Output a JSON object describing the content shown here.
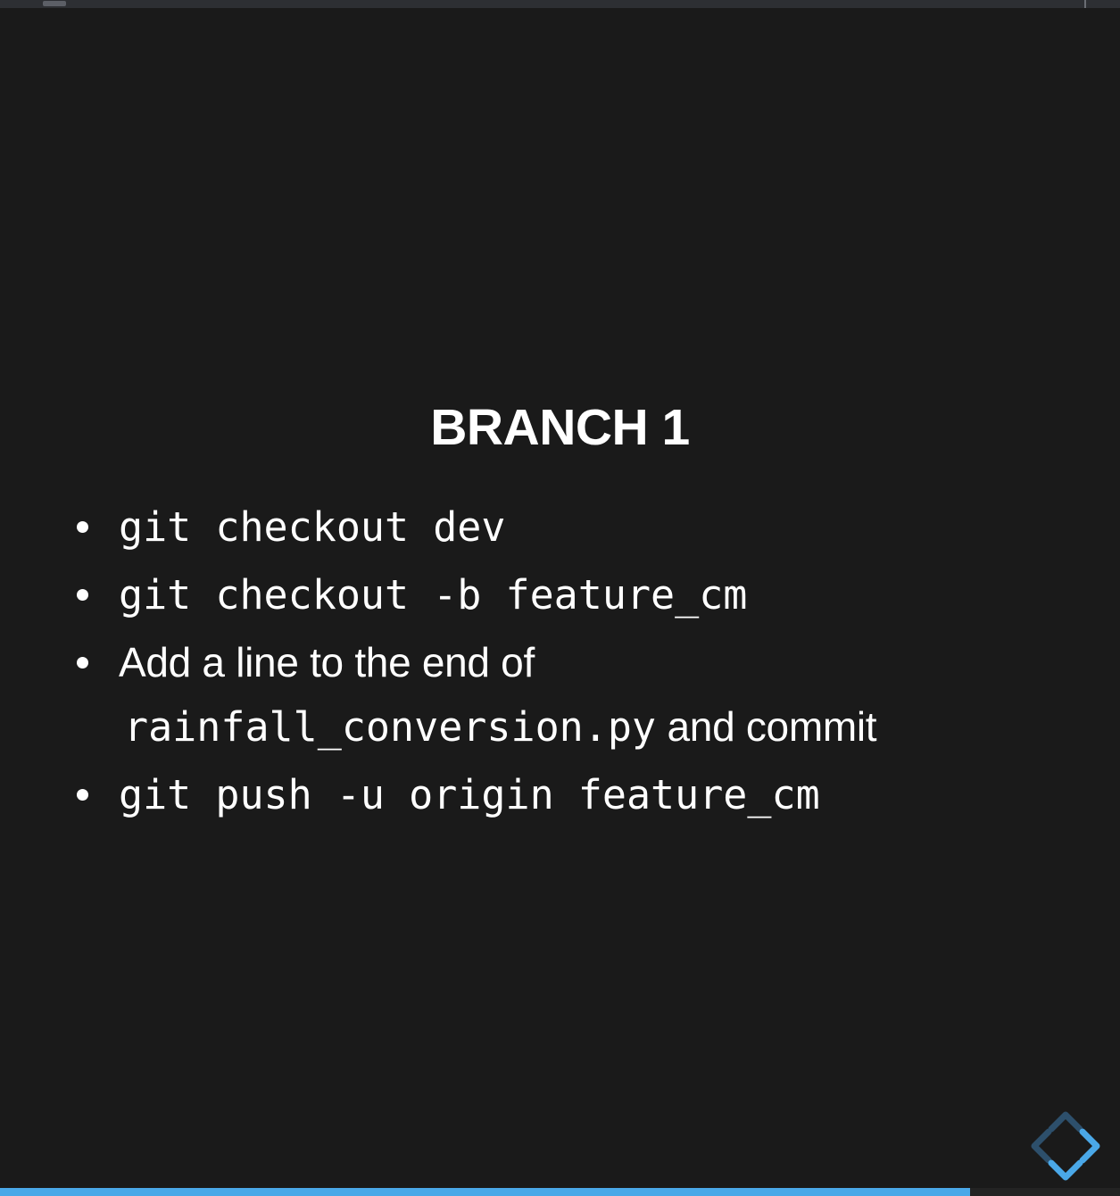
{
  "window": {
    "background_color": "#1a1a1a",
    "top_bar_color": "#2d2f33"
  },
  "slide": {
    "title": "BRANCH 1",
    "title_color": "#ffffff",
    "bullets": [
      {
        "id": "checkout-dev",
        "lines": [
          {
            "runs": [
              {
                "style": "mono",
                "text": "git checkout dev"
              }
            ]
          }
        ]
      },
      {
        "id": "checkout-feature-branch",
        "lines": [
          {
            "runs": [
              {
                "style": "mono",
                "text": "git checkout -b feature_cm"
              }
            ]
          }
        ]
      },
      {
        "id": "add-line-and-commit",
        "lines": [
          {
            "runs": [
              {
                "style": "prose",
                "text": "Add a line to the end of"
              }
            ]
          },
          {
            "runs": [
              {
                "style": "mono",
                "text": "rainfall_conversion.py"
              },
              {
                "style": "prose",
                "text": " and commit"
              }
            ]
          }
        ]
      },
      {
        "id": "push-upstream",
        "lines": [
          {
            "runs": [
              {
                "style": "mono",
                "text": "git push -u origin feature_cm"
              }
            ]
          }
        ]
      }
    ]
  },
  "navigation": {
    "icon_name": "four-way-chevron-navigator",
    "up": {
      "label": "previous-slide-up",
      "color": "#2d4f6b",
      "state": "disabled"
    },
    "left": {
      "label": "previous-slide-left",
      "color": "#2d4f6b",
      "state": "disabled"
    },
    "right": {
      "label": "next-slide-right",
      "color": "#4aa8e8",
      "state": "enabled"
    },
    "down": {
      "label": "next-slide-down",
      "color": "#4aa8e8",
      "state": "enabled"
    }
  },
  "progress": {
    "percent": 86.6,
    "fill_color": "#4aa8e8",
    "track_color": "#232323"
  }
}
